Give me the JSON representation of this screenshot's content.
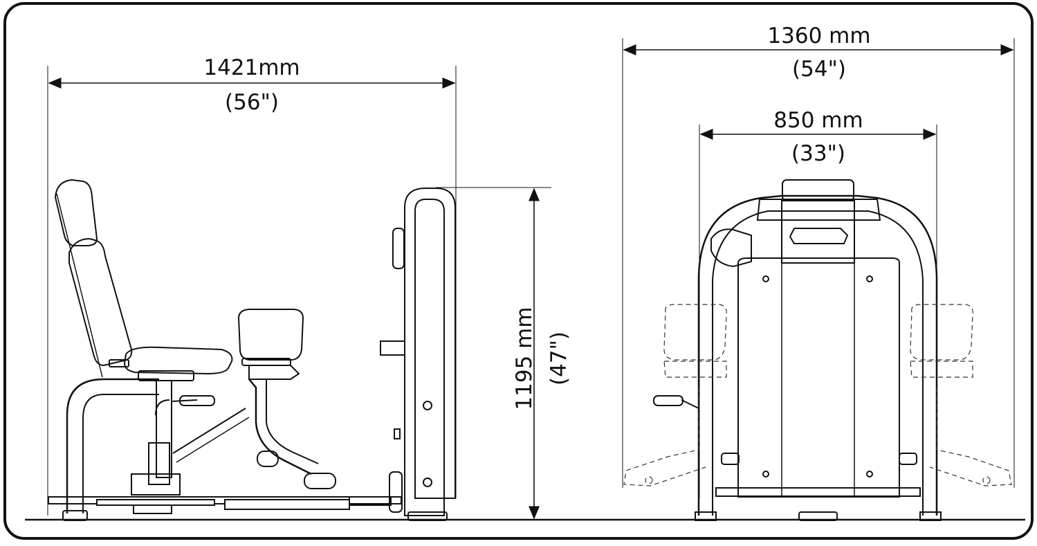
{
  "dimensions": {
    "side_length": {
      "metric": "1421mm",
      "imperial": "(56\")"
    },
    "side_height": {
      "metric": "1195 mm",
      "imperial": "(47\")"
    },
    "front_width_total": {
      "metric": "1360 mm",
      "imperial": "(54\")"
    },
    "front_width_base": {
      "metric": "850 mm",
      "imperial": "(33\")"
    }
  }
}
